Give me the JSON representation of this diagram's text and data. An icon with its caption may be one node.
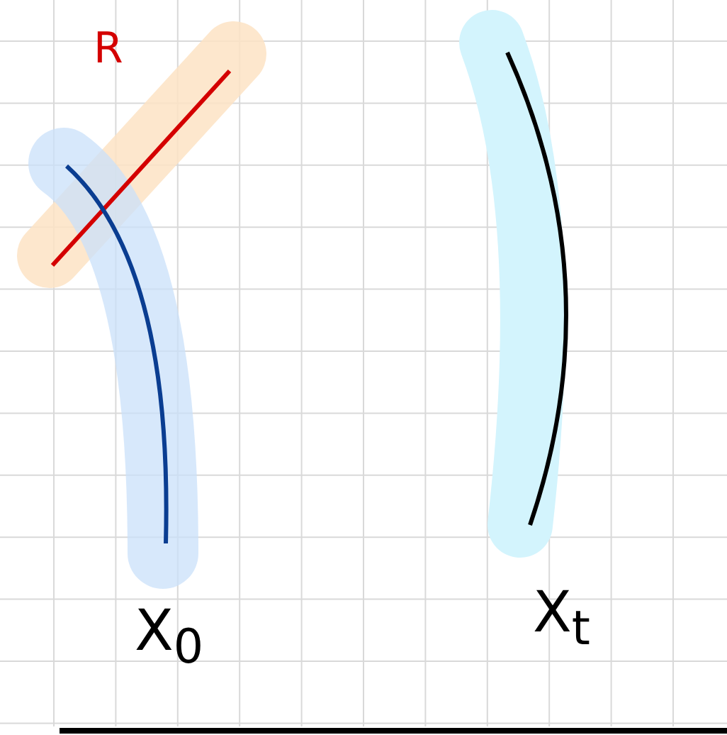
{
  "diagram": {
    "labels": [
      "R",
      "X$_{0}$",
      "X$_{t}$"
    ]
  }
}
